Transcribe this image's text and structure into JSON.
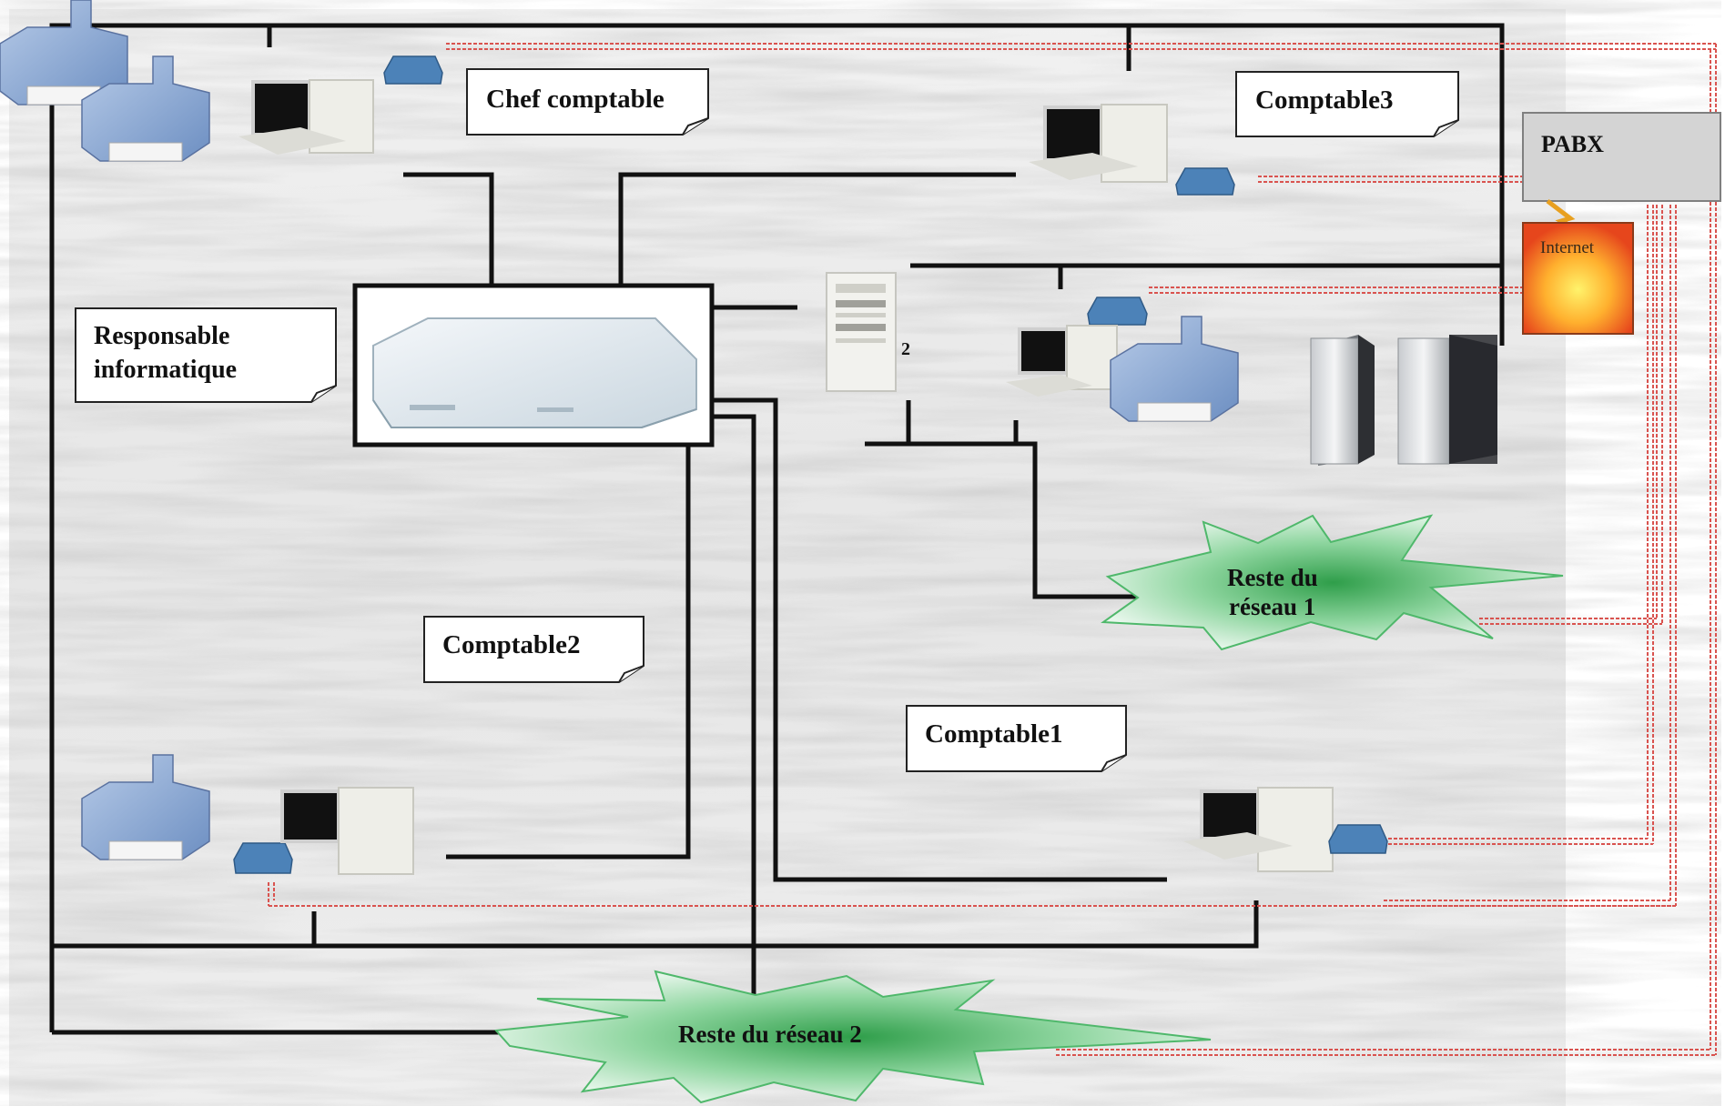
{
  "labels": {
    "chef": "Chef comptable",
    "comptable3": "Comptable3",
    "responsable_line1": "Responsable",
    "responsable_line2": "informatique",
    "comptable2": "Comptable2",
    "comptable1": "Comptable1",
    "pabx": "PABX",
    "internet": "Internet",
    "server_number": "2",
    "reste1_line1": "Reste du",
    "reste1_line2": "réseau 1",
    "reste2": "Reste du réseau 2"
  },
  "colors": {
    "lan_cable": "#111111",
    "phone_line": "#d9534f",
    "pabx_box": "#d4d4d4",
    "internet_box": "#ff7a1a",
    "burst_fill": "#4fb86b",
    "printer": "#8ea8cf",
    "monitor": "#1a1a1a",
    "tower": "#e6e6e0",
    "phone": "#4c82b8"
  }
}
